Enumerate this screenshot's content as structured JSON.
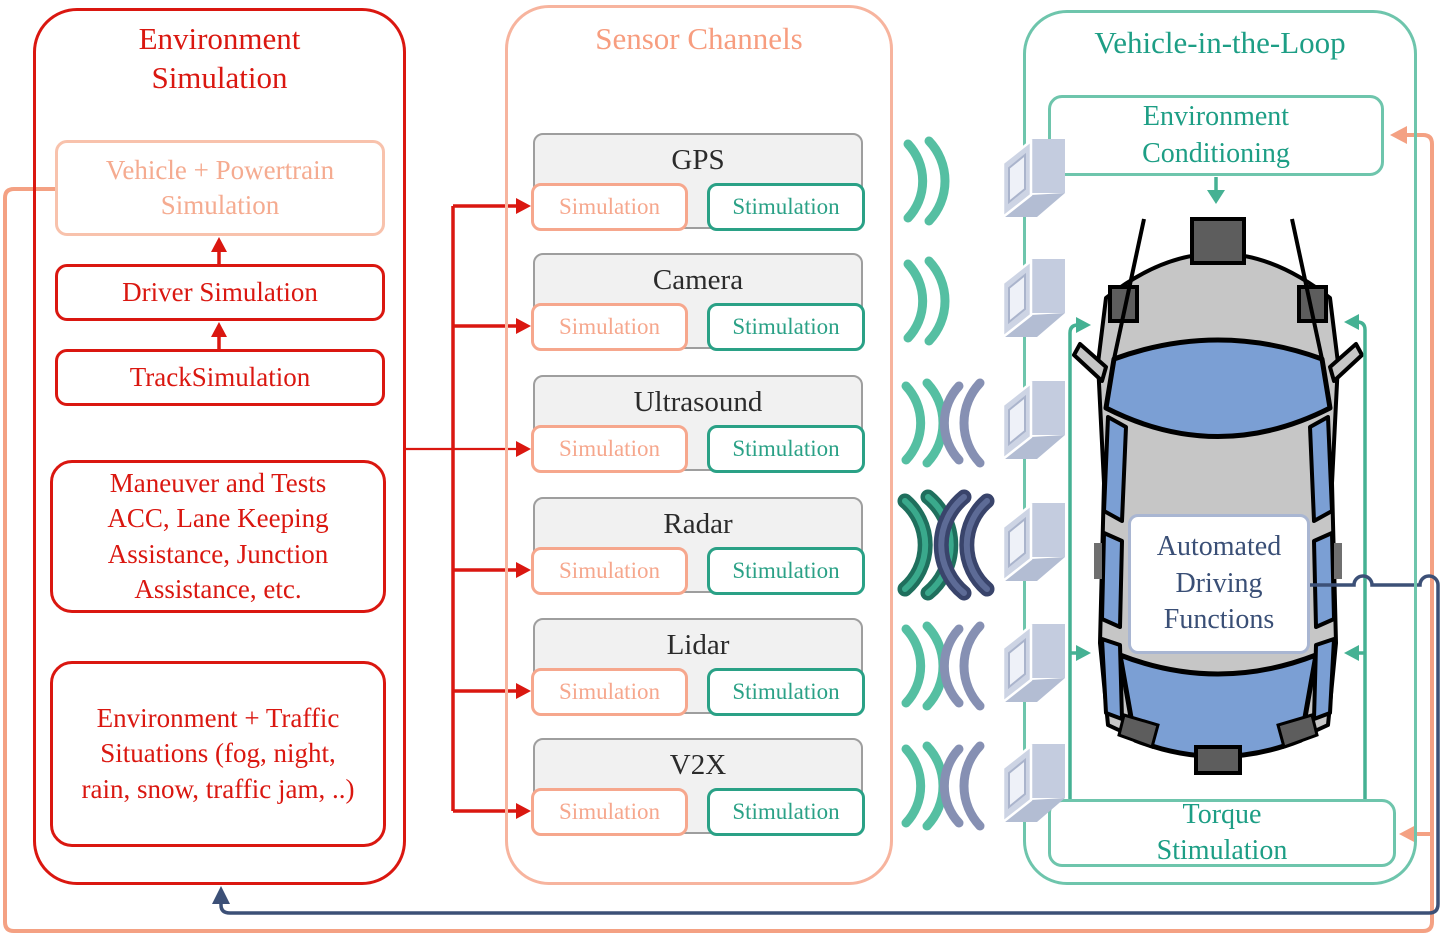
{
  "colors": {
    "red": "#da1710",
    "faded_salmon_border": "#f8c2ac",
    "faded_salmon_text": "#f5ab90",
    "salmon": "#f6a78d",
    "salmon_line": "#f4a183",
    "teal": "#2aa186",
    "teal_light_border": "#6ec5ac",
    "teal_line": "#45b193",
    "wave_teal": "#55bfa2",
    "wave_navy": "#8690b3",
    "radar_green": "#1f6f5d",
    "radar_navy": "#39446b",
    "navy_line": "#3c5077",
    "channel_box_fill": "#f1f1f1",
    "channel_box_border": "#9e9e9e",
    "car_body": "#c6c6c6",
    "car_window_blue": "#7b9fd4",
    "adf_border": "#a9b6d2",
    "adf_text": "#3a4f76",
    "emitter_lavender": "#c8cfe1"
  },
  "env_sim": {
    "title": "Environment Simulation",
    "vehicle_powertrain": "Vehicle + Powertrain Simulation",
    "driver": "Driver Simulation",
    "track": "TrackSimulation",
    "maneuver": "Maneuver and Tests ACC, Lane Keeping Assistance, Junction Assistance, etc.",
    "environment_traffic": "Environment + Traffic Situations (fog, night, rain, snow, traffic jam, ..)"
  },
  "sensor_channels": {
    "title": "Sensor Channels",
    "channels": [
      {
        "name": "GPS",
        "sim": "Simulation",
        "stim": "Stimulation"
      },
      {
        "name": "Camera",
        "sim": "Simulation",
        "stim": "Stimulation"
      },
      {
        "name": "Ultrasound",
        "sim": "Simulation",
        "stim": "Stimulation"
      },
      {
        "name": "Radar",
        "sim": "Simulation",
        "stim": "Stimulation"
      },
      {
        "name": "Lidar",
        "sim": "Simulation",
        "stim": "Stimulation"
      },
      {
        "name": "V2X",
        "sim": "Simulation",
        "stim": "Stimulation"
      }
    ]
  },
  "vil": {
    "title": "Vehicle-in-the-Loop",
    "environment_conditioning": "Environment Conditioning",
    "automated_driving": "Automated Driving Functions",
    "torque_stimulation": "Torque Stimulation"
  }
}
